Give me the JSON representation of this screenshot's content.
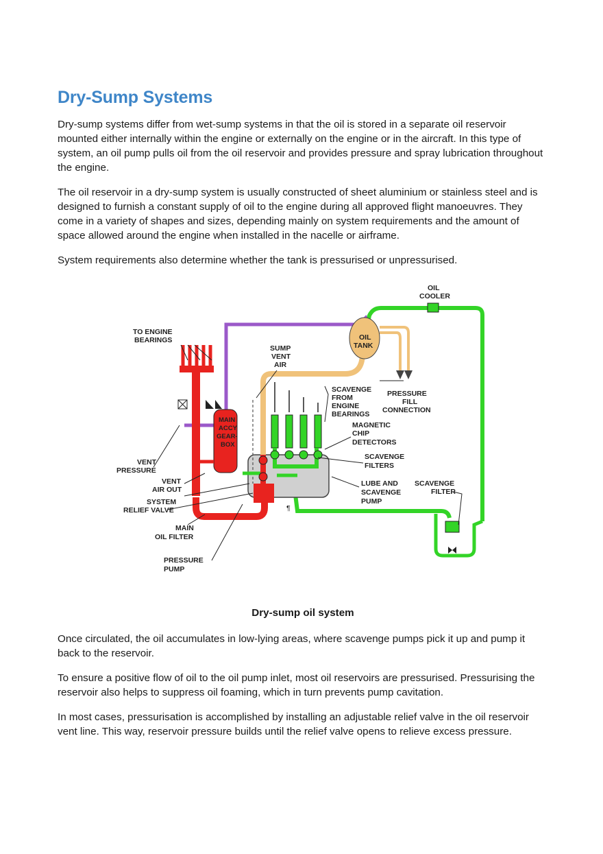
{
  "title": "Dry-Sump Systems",
  "paragraphs_top": [
    "Dry-sump systems differ from wet-sump systems in that the oil is stored in a separate oil reservoir mounted either internally within the engine or externally on the engine or in the aircraft. In this type of system, an oil pump pulls oil from the oil reservoir and provides pressure and spray lubrication throughout the engine.",
    "The oil reservoir in a dry-sump system is usually constructed of sheet aluminium or stainless steel and is designed to furnish a constant supply of oil to the engine during all approved flight manoeuvres. They come in a variety of shapes and sizes, depending mainly on system requirements and the amount of space allowed around the engine when installed in the nacelle or airframe.",
    "System requirements also determine whether the tank is pressurised or unpressurised."
  ],
  "diagram": {
    "labels": {
      "oil_cooler_1": "OIL",
      "oil_cooler_2": "COOLER",
      "to_engine_bearings_1": "TO ENGINE",
      "to_engine_bearings_2": "BEARINGS",
      "oil_tank_1": "OIL",
      "oil_tank_2": "TANK",
      "sump_vent_air_1": "SUMP",
      "sump_vent_air_2": "VENT",
      "sump_vent_air_3": "AIR",
      "scavenge_from_1": "SCAVENGE",
      "scavenge_from_2": "FROM",
      "scavenge_from_3": "ENGINE",
      "scavenge_from_4": "BEARINGS",
      "pressure_fill_1": "PRESSURE",
      "pressure_fill_2": "FILL",
      "pressure_fill_3": "CONNECTION",
      "magnetic_chip_1": "MAGNETIC",
      "magnetic_chip_2": "CHIP",
      "magnetic_chip_3": "DETECTORS",
      "main_accy_1": "MAIN",
      "main_accy_2": "ACCY",
      "main_accy_3": "GEAR-",
      "main_accy_4": "BOX",
      "vent_pressure_1": "VENT",
      "vent_pressure_2": "PRESSURE",
      "scavenge_filters_1": "SCAVENGE",
      "scavenge_filters_2": "FILTERS",
      "vent_air_out_1": "VENT",
      "vent_air_out_2": "AIR OUT",
      "lube_pump_1": "LUBE AND",
      "lube_pump_2": "SCAVENGE",
      "lube_pump_3": "PUMP",
      "scavenge_filter_1": "SCAVENGE",
      "scavenge_filter_2": "FILTER",
      "system_relief_1": "SYSTEM",
      "system_relief_2": "RELIEF  VALVE",
      "main_oil_filter_1": "MAIN",
      "main_oil_filter_2": "OIL FILTER",
      "pressure_pump_1": "PRESSURE",
      "pressure_pump_2": "PUMP",
      "pilcrow": "¶"
    },
    "colors": {
      "pressure_oil": "#e8231f",
      "scavenge_oil": "#33d427",
      "tank_oil": "#f0c27a",
      "vent_line": "#9b59c9",
      "casing": "#d0d0d0"
    }
  },
  "caption": "Dry-sump oil system",
  "paragraphs_bottom": [
    "Once circulated, the oil accumulates in low-lying areas, where scavenge pumps pick it up and pump it back to the reservoir.",
    "To ensure a positive flow of oil to the oil pump inlet, most oil reservoirs are pressurised. Pressurising the reservoir also helps to suppress oil foaming, which in turn prevents pump cavitation.",
    "In most cases, pressurisation is accomplished by installing an adjustable relief valve in the oil reservoir vent line. This way, reservoir pressure builds until the relief valve opens to relieve excess pressure."
  ]
}
